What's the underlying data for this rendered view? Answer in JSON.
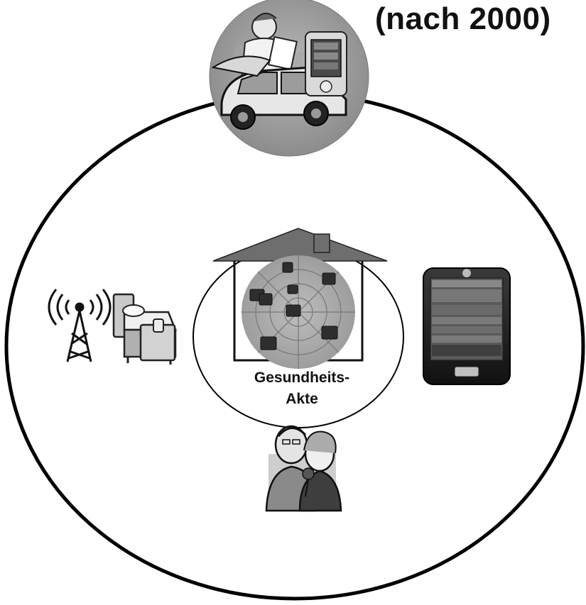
{
  "header": {
    "title": "(nach 2000)"
  },
  "center": {
    "label_line1": "Gesundheits-",
    "label_line2": "Akte"
  },
  "icons": [
    "mobile-care-icon",
    "radio-tower-icon",
    "care-bed-icon",
    "health-record-network-icon",
    "pda-device-icon",
    "elderly-couple-icon"
  ]
}
